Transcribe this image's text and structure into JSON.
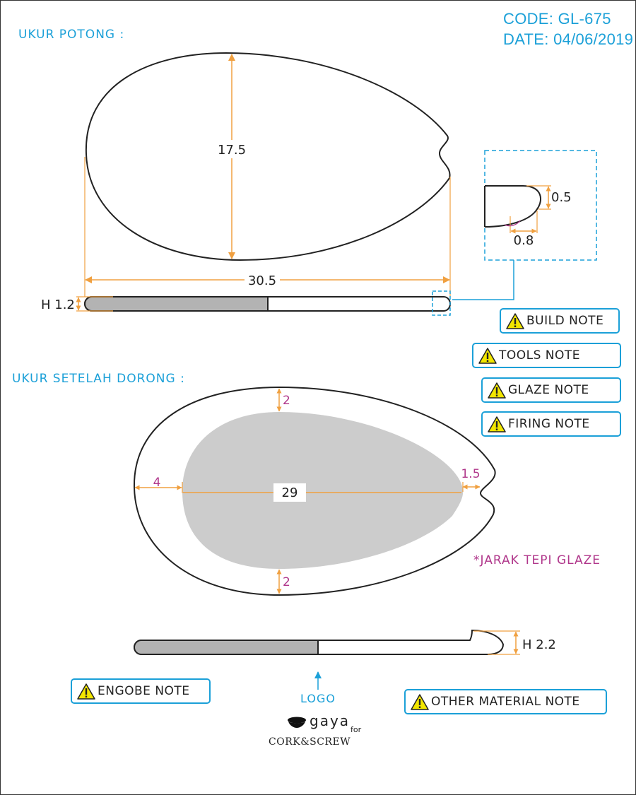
{
  "header": {
    "code": "CODE: GL-675",
    "date": "DATE: 04/06/2019"
  },
  "sections": {
    "cut_size": "UKUR POTONG :",
    "after_press": "UKUR SETELAH DORONG :"
  },
  "dimensions_top": {
    "width": "17.5",
    "length": "30.5",
    "height": "H 1.2",
    "rim_height": "0.5",
    "rim_width": "0.8"
  },
  "dimensions_bottom": {
    "length": "29",
    "left_margin": "4",
    "top_margin": "2",
    "bottom_margin": "2",
    "right_margin": "1.5",
    "height": "H 2.2",
    "glaze_note": "*JARAK TEPI GLAZE"
  },
  "notes": {
    "build": "BUILD NOTE",
    "tools": "TOOLS NOTE",
    "glaze": "GLAZE NOTE",
    "firing": "FIRING NOTE",
    "engobe": "ENGOBE NOTE",
    "other_material": "OTHER MATERIAL NOTE"
  },
  "logo": {
    "label": "LOGO",
    "brand": "gaya",
    "for": "for",
    "partner": "CORK&SCREW"
  },
  "colors": {
    "accent": "#1ba0d8",
    "dimension": "#f0a040",
    "glaze_margin": "#b0378b",
    "glaze_fill": "#cccccc",
    "engobe_fill": "#b3b3b3",
    "warning": "#f2e600"
  },
  "icons": {
    "note": "warning-icon",
    "logo": "gaya-bowl-icon"
  }
}
